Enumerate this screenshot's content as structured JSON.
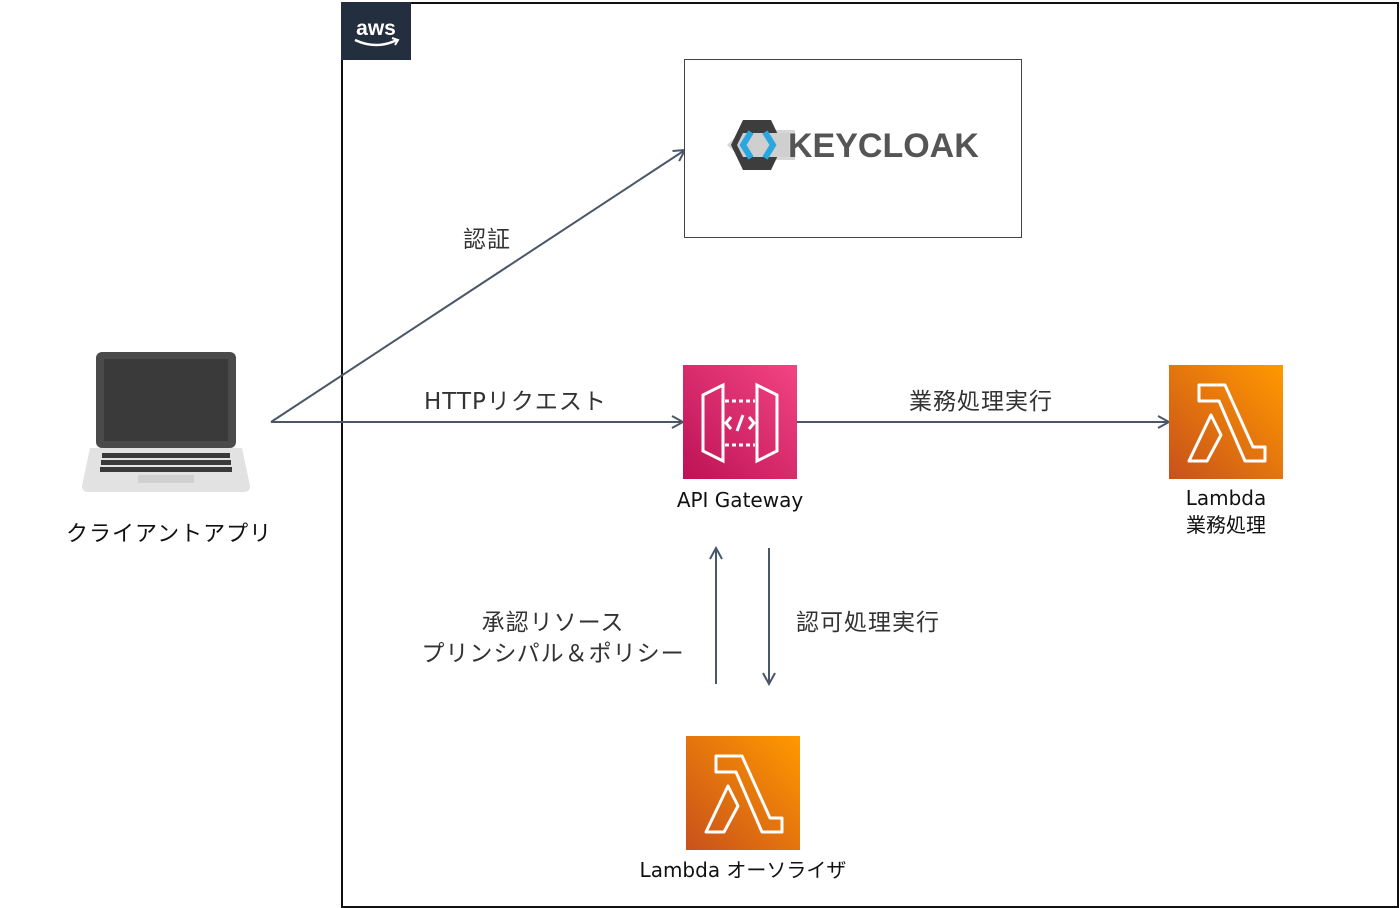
{
  "diagram": {
    "cloud": {
      "name": "aws",
      "badge_text": "aws",
      "badge_color": "#232f3e"
    },
    "nodes": {
      "client": {
        "label": "クライアントアプリ",
        "icon": "laptop-icon"
      },
      "keycloak": {
        "label": "KEYCLOAK",
        "icon": "keycloak-logo"
      },
      "api_gateway": {
        "label": "API Gateway",
        "icon": "api-gateway-icon",
        "color": "#e7157b"
      },
      "lambda_business": {
        "label_line1": "Lambda",
        "label_line2": "業務処理",
        "icon": "lambda-icon",
        "color": "#ed7100"
      },
      "lambda_authorizer": {
        "label": "Lambda オーソライザ",
        "icon": "lambda-icon",
        "color": "#ed7100"
      }
    },
    "edges": {
      "auth": {
        "label": "認証",
        "from": "client",
        "to": "keycloak"
      },
      "http_request": {
        "label": "HTTPリクエスト",
        "from": "client",
        "to": "api_gateway"
      },
      "business_exec": {
        "label": "業務処理実行",
        "from": "api_gateway",
        "to": "lambda_business"
      },
      "authz_exec": {
        "label": "認可処理実行",
        "from": "api_gateway",
        "to": "lambda_authorizer"
      },
      "policy_return": {
        "label_line1": "承認リソース",
        "label_line2": "プリンシパル＆ポリシー",
        "from": "lambda_authorizer",
        "to": "api_gateway"
      }
    },
    "arrow_color": "#4a5768"
  }
}
